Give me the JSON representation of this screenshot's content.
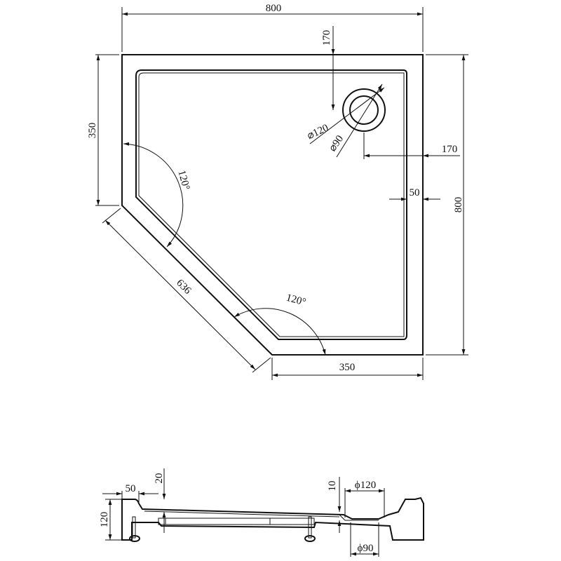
{
  "colors": {
    "line": "#111111",
    "background": "#ffffff"
  },
  "plan_view": {
    "dim_width": "800",
    "dim_height": "800",
    "dim_left_side": "350",
    "dim_bottom_side": "350",
    "dim_diagonal": "636",
    "angle_upper": "120°",
    "angle_lower": "120°",
    "drain_from_top": "170",
    "drain_from_right": "170",
    "rim_width": "50",
    "drain_outer_diameter": "⌀120",
    "drain_inner_diameter": "⌀90"
  },
  "section_view": {
    "rim_width": "50",
    "depth": "20",
    "height": "120",
    "rim_depth": "10",
    "drain_outer_diameter": "ϕ120",
    "drain_inner_diameter": "ϕ90"
  }
}
